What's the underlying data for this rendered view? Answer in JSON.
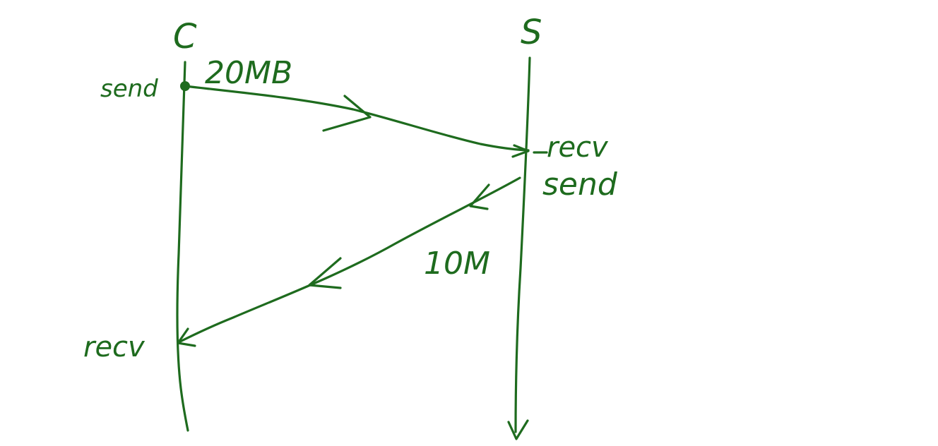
{
  "ink_color": "#1e6b1e",
  "participants": {
    "client": "C",
    "server": "S"
  },
  "client_events": {
    "send": "send",
    "recv": "recv"
  },
  "server_events": {
    "recv": "recv",
    "send": "send"
  },
  "messages": {
    "request_size": "20MB",
    "response_size": "10M"
  }
}
